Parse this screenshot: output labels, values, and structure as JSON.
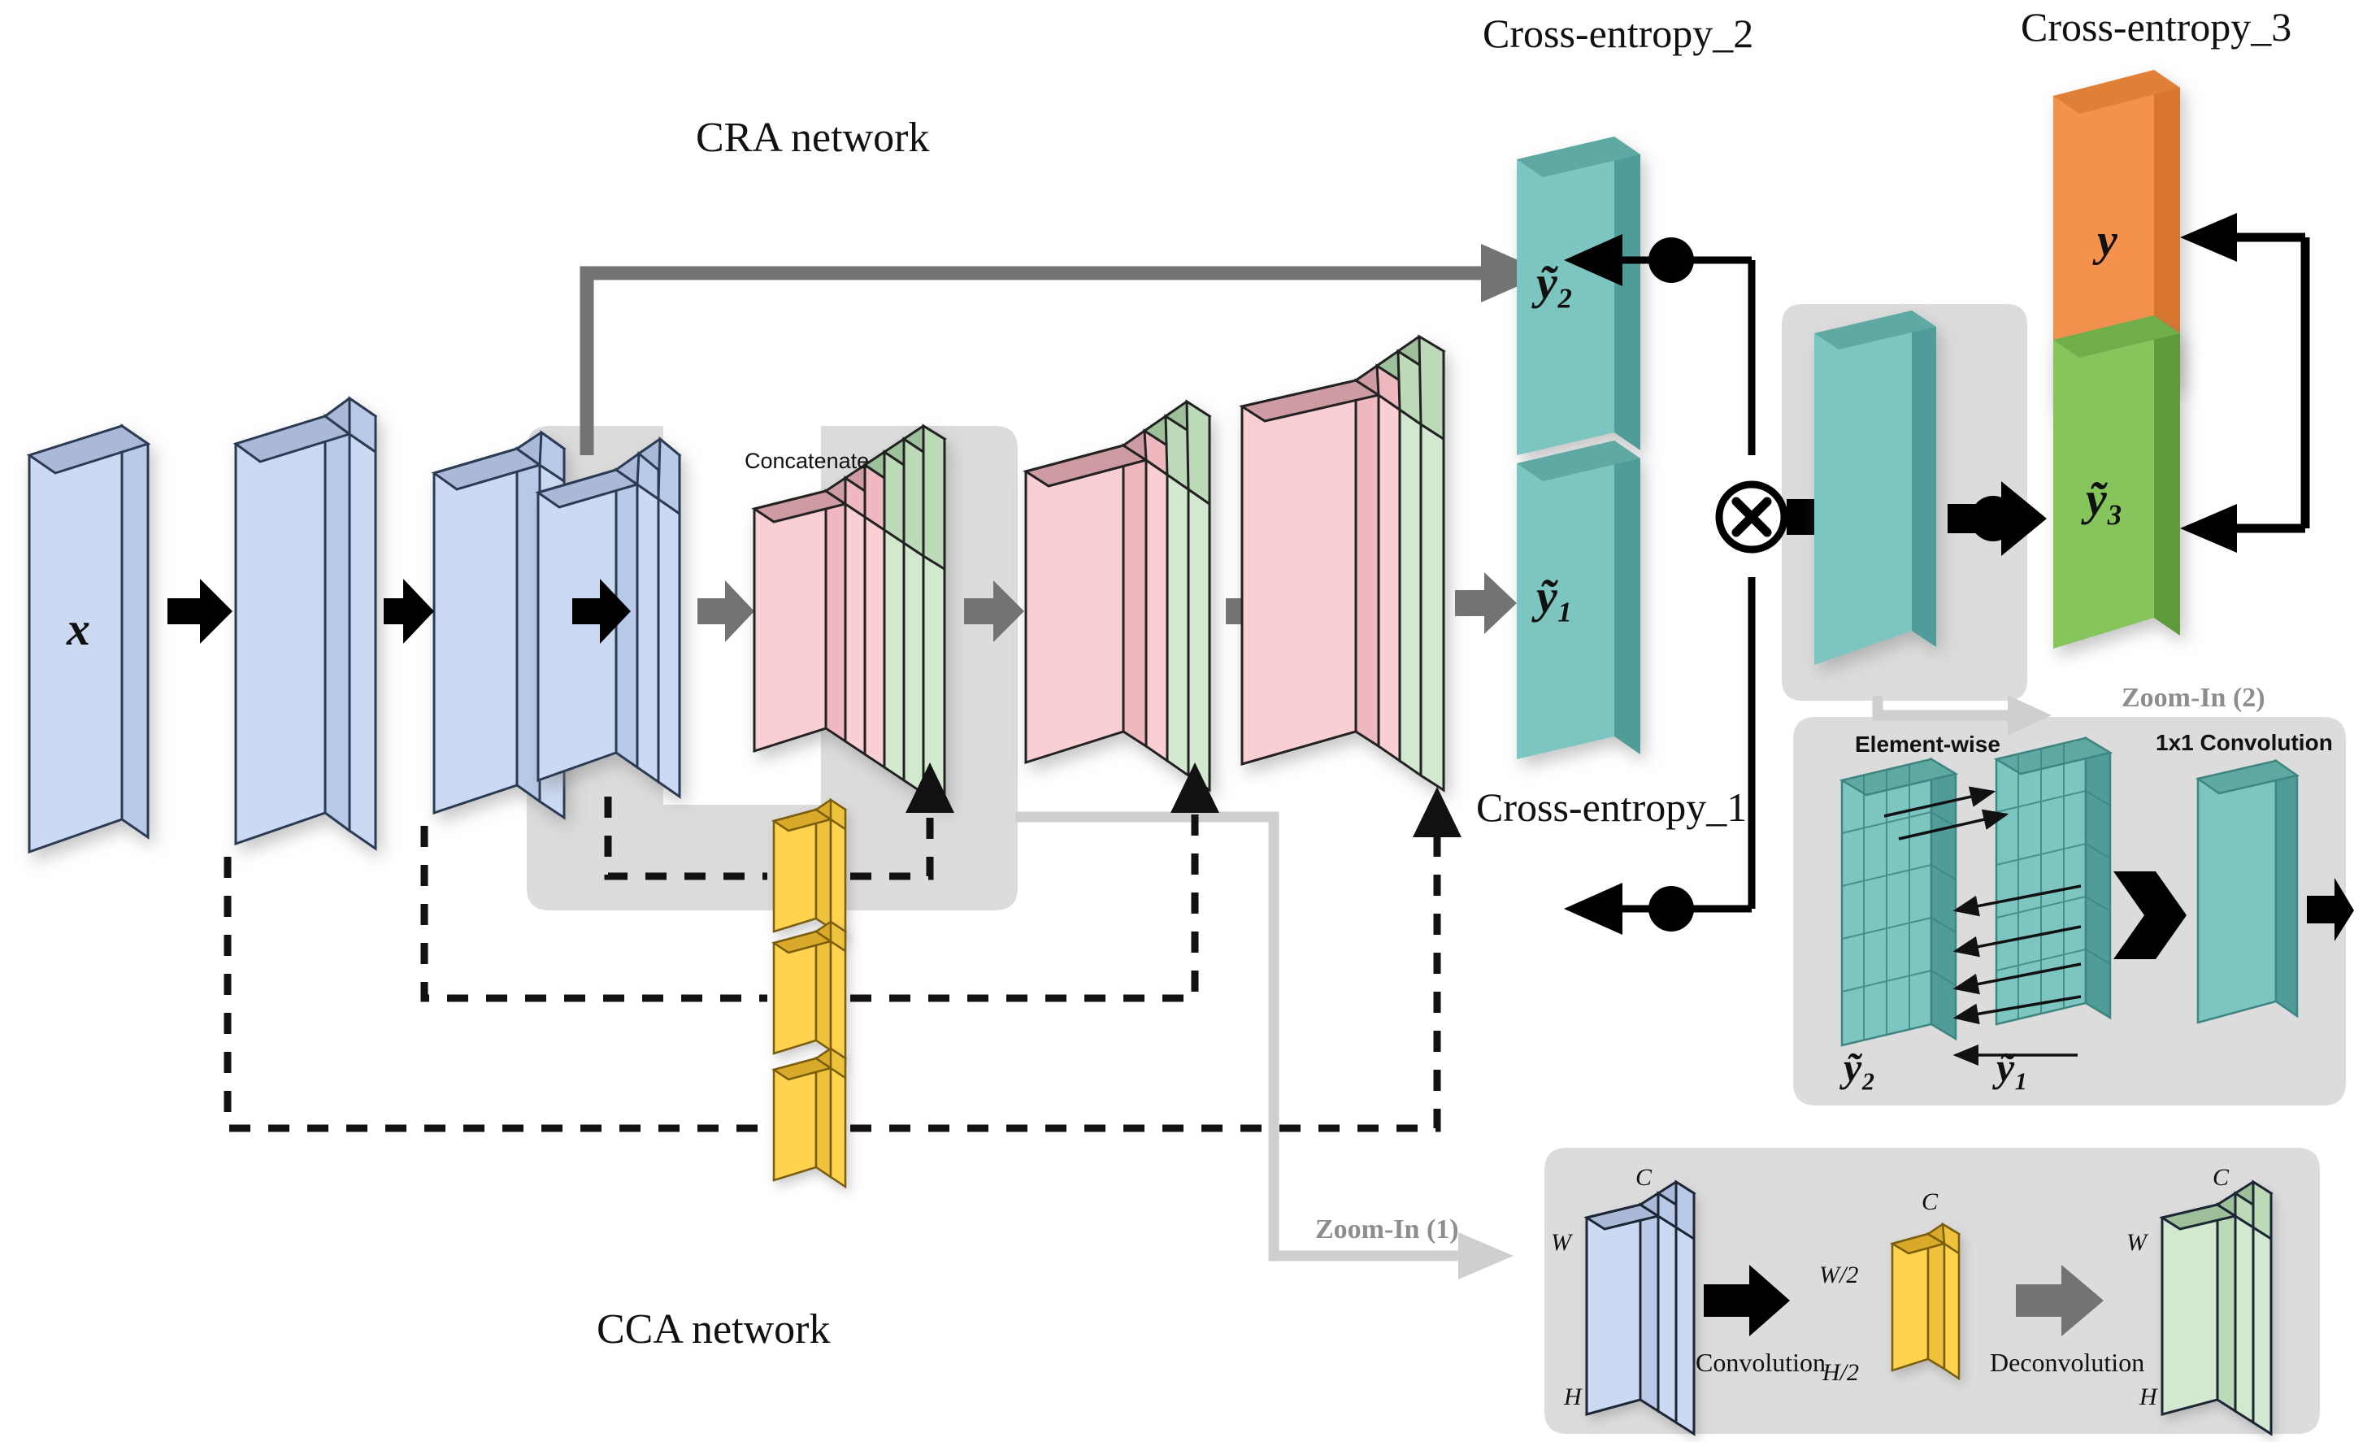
{
  "figure": {
    "kind": "neural-network-architecture-diagram",
    "background": "#ffffff"
  },
  "titles": {
    "cra_network": "CRA network",
    "cca_network": "CCA network",
    "cross_entropy_1": "Cross-entropy_1",
    "cross_entropy_2": "Cross-entropy_2",
    "cross_entropy_3": "Cross-entropy_3",
    "concatenate": "Concatenate",
    "zoom_in_1": "Zoom-In (1)",
    "zoom_in_2": "Zoom-In (2)"
  },
  "tensors": {
    "input": "x",
    "pred_1": "ỹ₁",
    "pred_2": "ỹ₂",
    "pred_3": "ỹ₃",
    "ground_truth": "y"
  },
  "operators": {
    "multiply": "⊗"
  },
  "zoom1": {
    "title": "Zoom-In (1)",
    "ops": [
      "Convolution",
      "Deconvolution"
    ],
    "dims": {
      "c": "C",
      "w": "W",
      "h": "H",
      "w_half": "W/2",
      "h_half": "H/2"
    },
    "blocks": [
      {
        "name": "input-feature-map",
        "color": "#ccd9f2"
      },
      {
        "name": "compressed-feature-map",
        "color": "#ffd34d"
      },
      {
        "name": "reconstructed-feature-map",
        "color": "#d2e8cf"
      }
    ]
  },
  "zoom2": {
    "title": "Zoom-In (2)",
    "labels": {
      "element_wise": "Element-wise",
      "conv1x1": "1x1 Convolution",
      "y1": "ỹ₁",
      "y2": "ỹ₂"
    }
  },
  "colors": {
    "blue": "#ccd9f2",
    "blue_edge": "#9fb4d9",
    "pink": "#f9cfd4",
    "pink_edge": "#c79aa0",
    "green": "#d2e8cf",
    "green_edge": "#9dbf9a",
    "yellow": "#ffd34d",
    "yellow_edge": "#d9a92a",
    "teal": "#7cc5c0",
    "teal_edge": "#4f9c98",
    "orange": "#f4914e",
    "orange_edge": "#d9742e",
    "leaf_green": "#86c45c",
    "leaf_green_edge": "#5f9a3b",
    "panel_gray": "#dcdcdc",
    "arrow_gray": "#737373",
    "arrow_light_gray": "#cfcfcf",
    "black": "#000000"
  },
  "flow": {
    "encoder_stages": 4,
    "dashed_skip_connections": 3,
    "cca_modules": 3
  }
}
